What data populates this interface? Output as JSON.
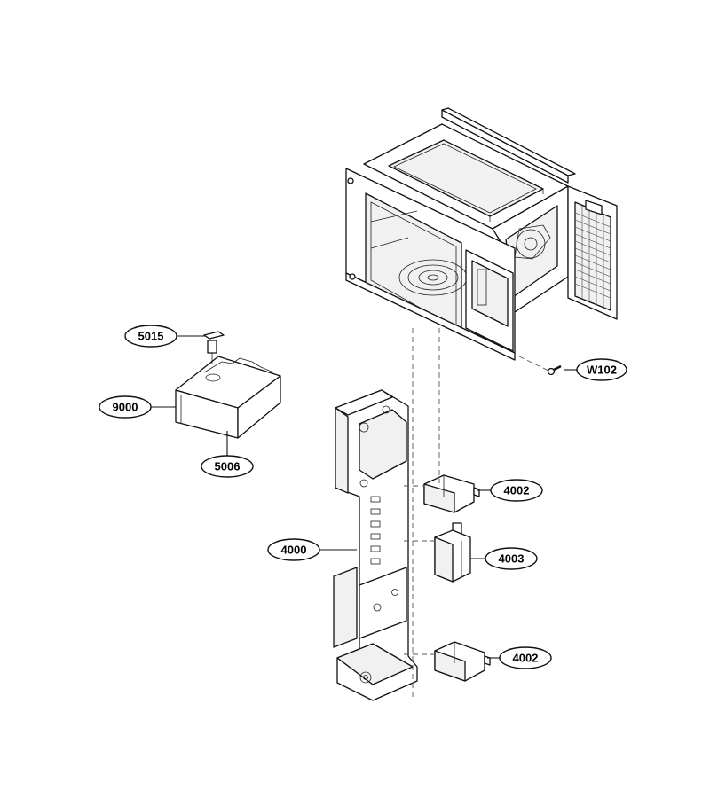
{
  "callouts": {
    "c5015": "5015",
    "c9000": "9000",
    "c5006": "5006",
    "cW102": "W102",
    "c4002a": "4002",
    "c4000": "4000",
    "c4003": "4003",
    "c4002b": "4002"
  },
  "colors": {
    "line": "#111111",
    "background": "#ffffff"
  }
}
